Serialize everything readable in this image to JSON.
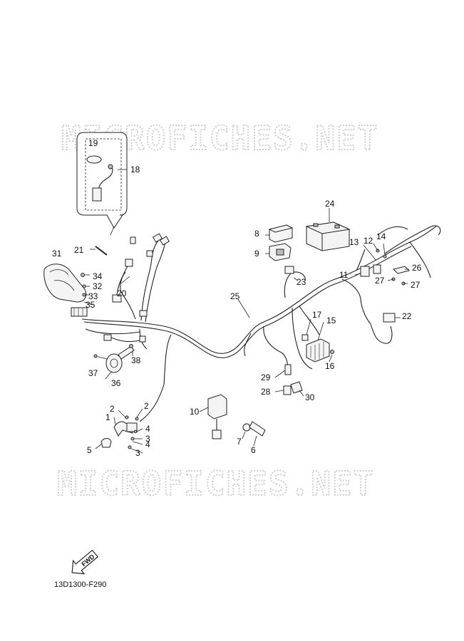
{
  "watermark": {
    "top_text": "MICROFICHES.NET",
    "bottom_text": "MICROFICHES.NET"
  },
  "callouts": {
    "n1": "1",
    "n2a": "2",
    "n2b": "2",
    "n3a": "3",
    "n3b": "3",
    "n4a": "4",
    "n4b": "4",
    "n5": "5",
    "n6": "6",
    "n7": "7",
    "n8": "8",
    "n9": "9",
    "n10": "10",
    "n11": "11",
    "n12": "12",
    "n13": "13",
    "n14": "14",
    "n15": "15",
    "n16": "16",
    "n17": "17",
    "n18": "18",
    "n19": "19",
    "n20": "20",
    "n21": "21",
    "n22": "22",
    "n23": "23",
    "n24": "24",
    "n25": "25",
    "n26": "26",
    "n27a": "27",
    "n27b": "27",
    "n28": "28",
    "n29": "29",
    "n30": "30",
    "n31": "31",
    "n32": "32",
    "n33": "33",
    "n34": "34",
    "n35": "35",
    "n36": "36",
    "n37": "37",
    "n38": "38"
  },
  "fwd_label": "FWD",
  "diagram_code": "13D1300-F290"
}
